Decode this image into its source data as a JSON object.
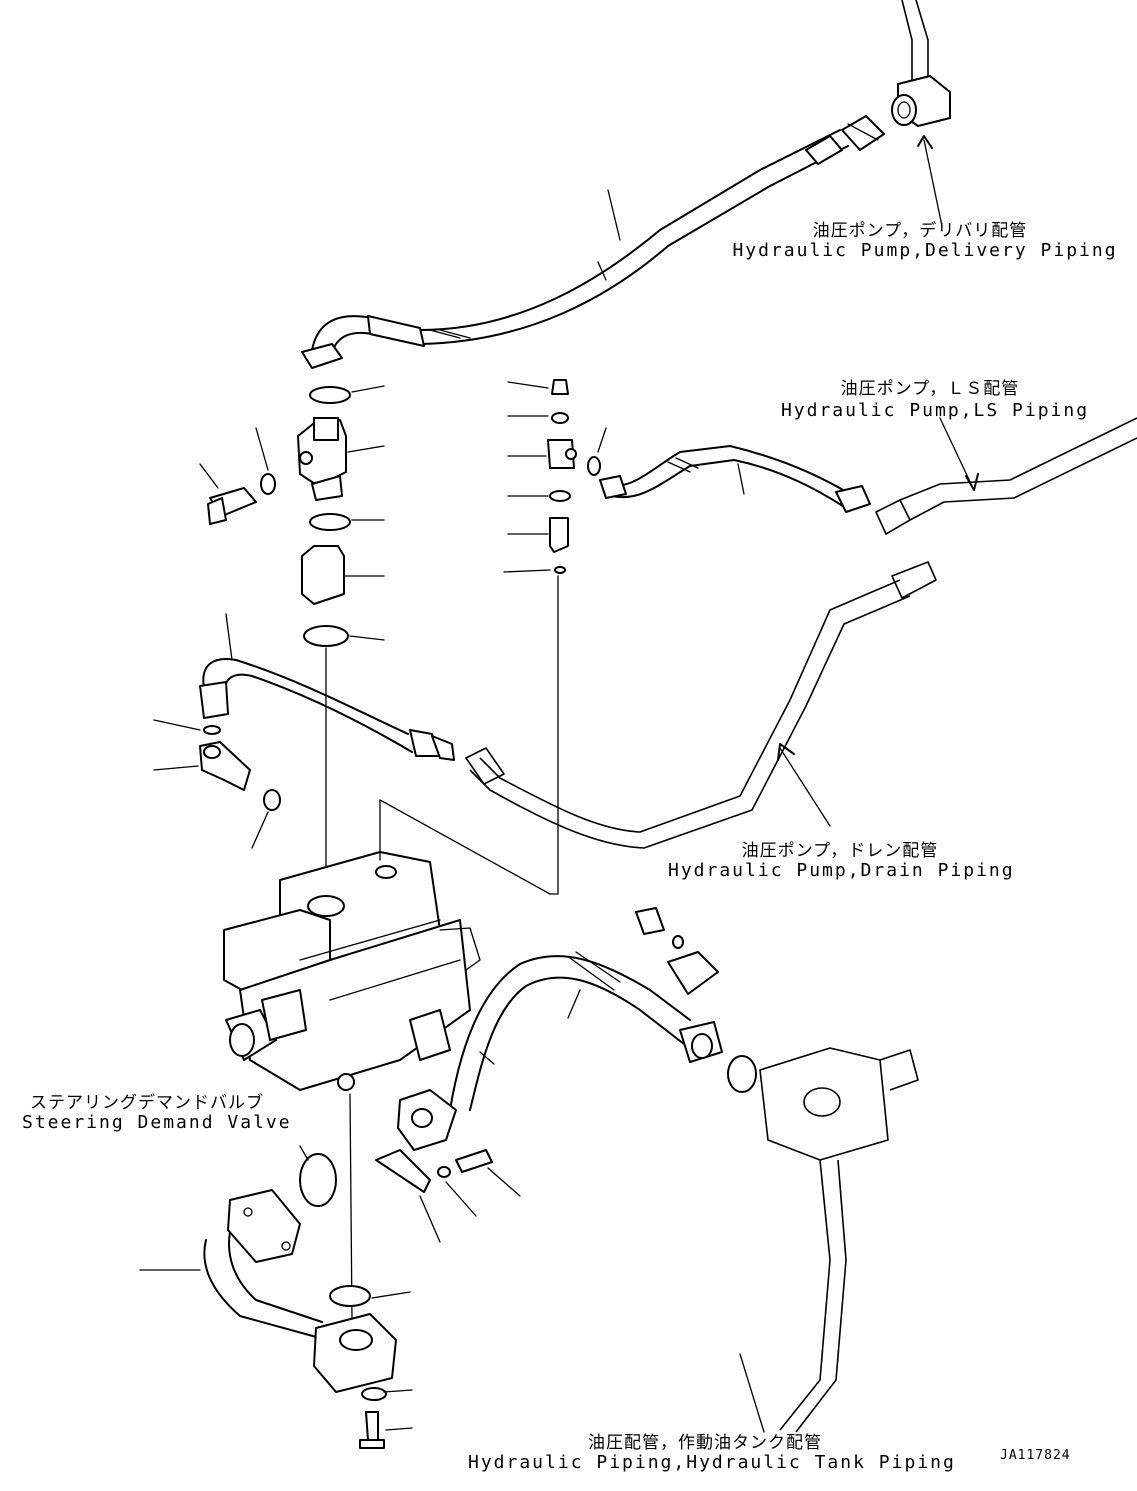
{
  "labels": {
    "delivery": {
      "jp": "油圧ポンプ，デリバリ配管",
      "en": "Hydraulic Pump,Delivery Piping"
    },
    "ls": {
      "jp": "油圧ポンプ，ＬＳ配管",
      "en": "Hydraulic Pump,LS Piping"
    },
    "drain": {
      "jp": "油圧ポンプ，ドレン配管",
      "en": "Hydraulic Pump,Drain Piping"
    },
    "valve": {
      "jp": "ステアリングデマンドバルブ",
      "en": "Steering Demand Valve"
    },
    "tank": {
      "jp": "油圧配管，作動油タンク配管",
      "en": "Hydraulic Piping,Hydraulic Tank Piping"
    }
  },
  "drawing_code": "JA117824"
}
